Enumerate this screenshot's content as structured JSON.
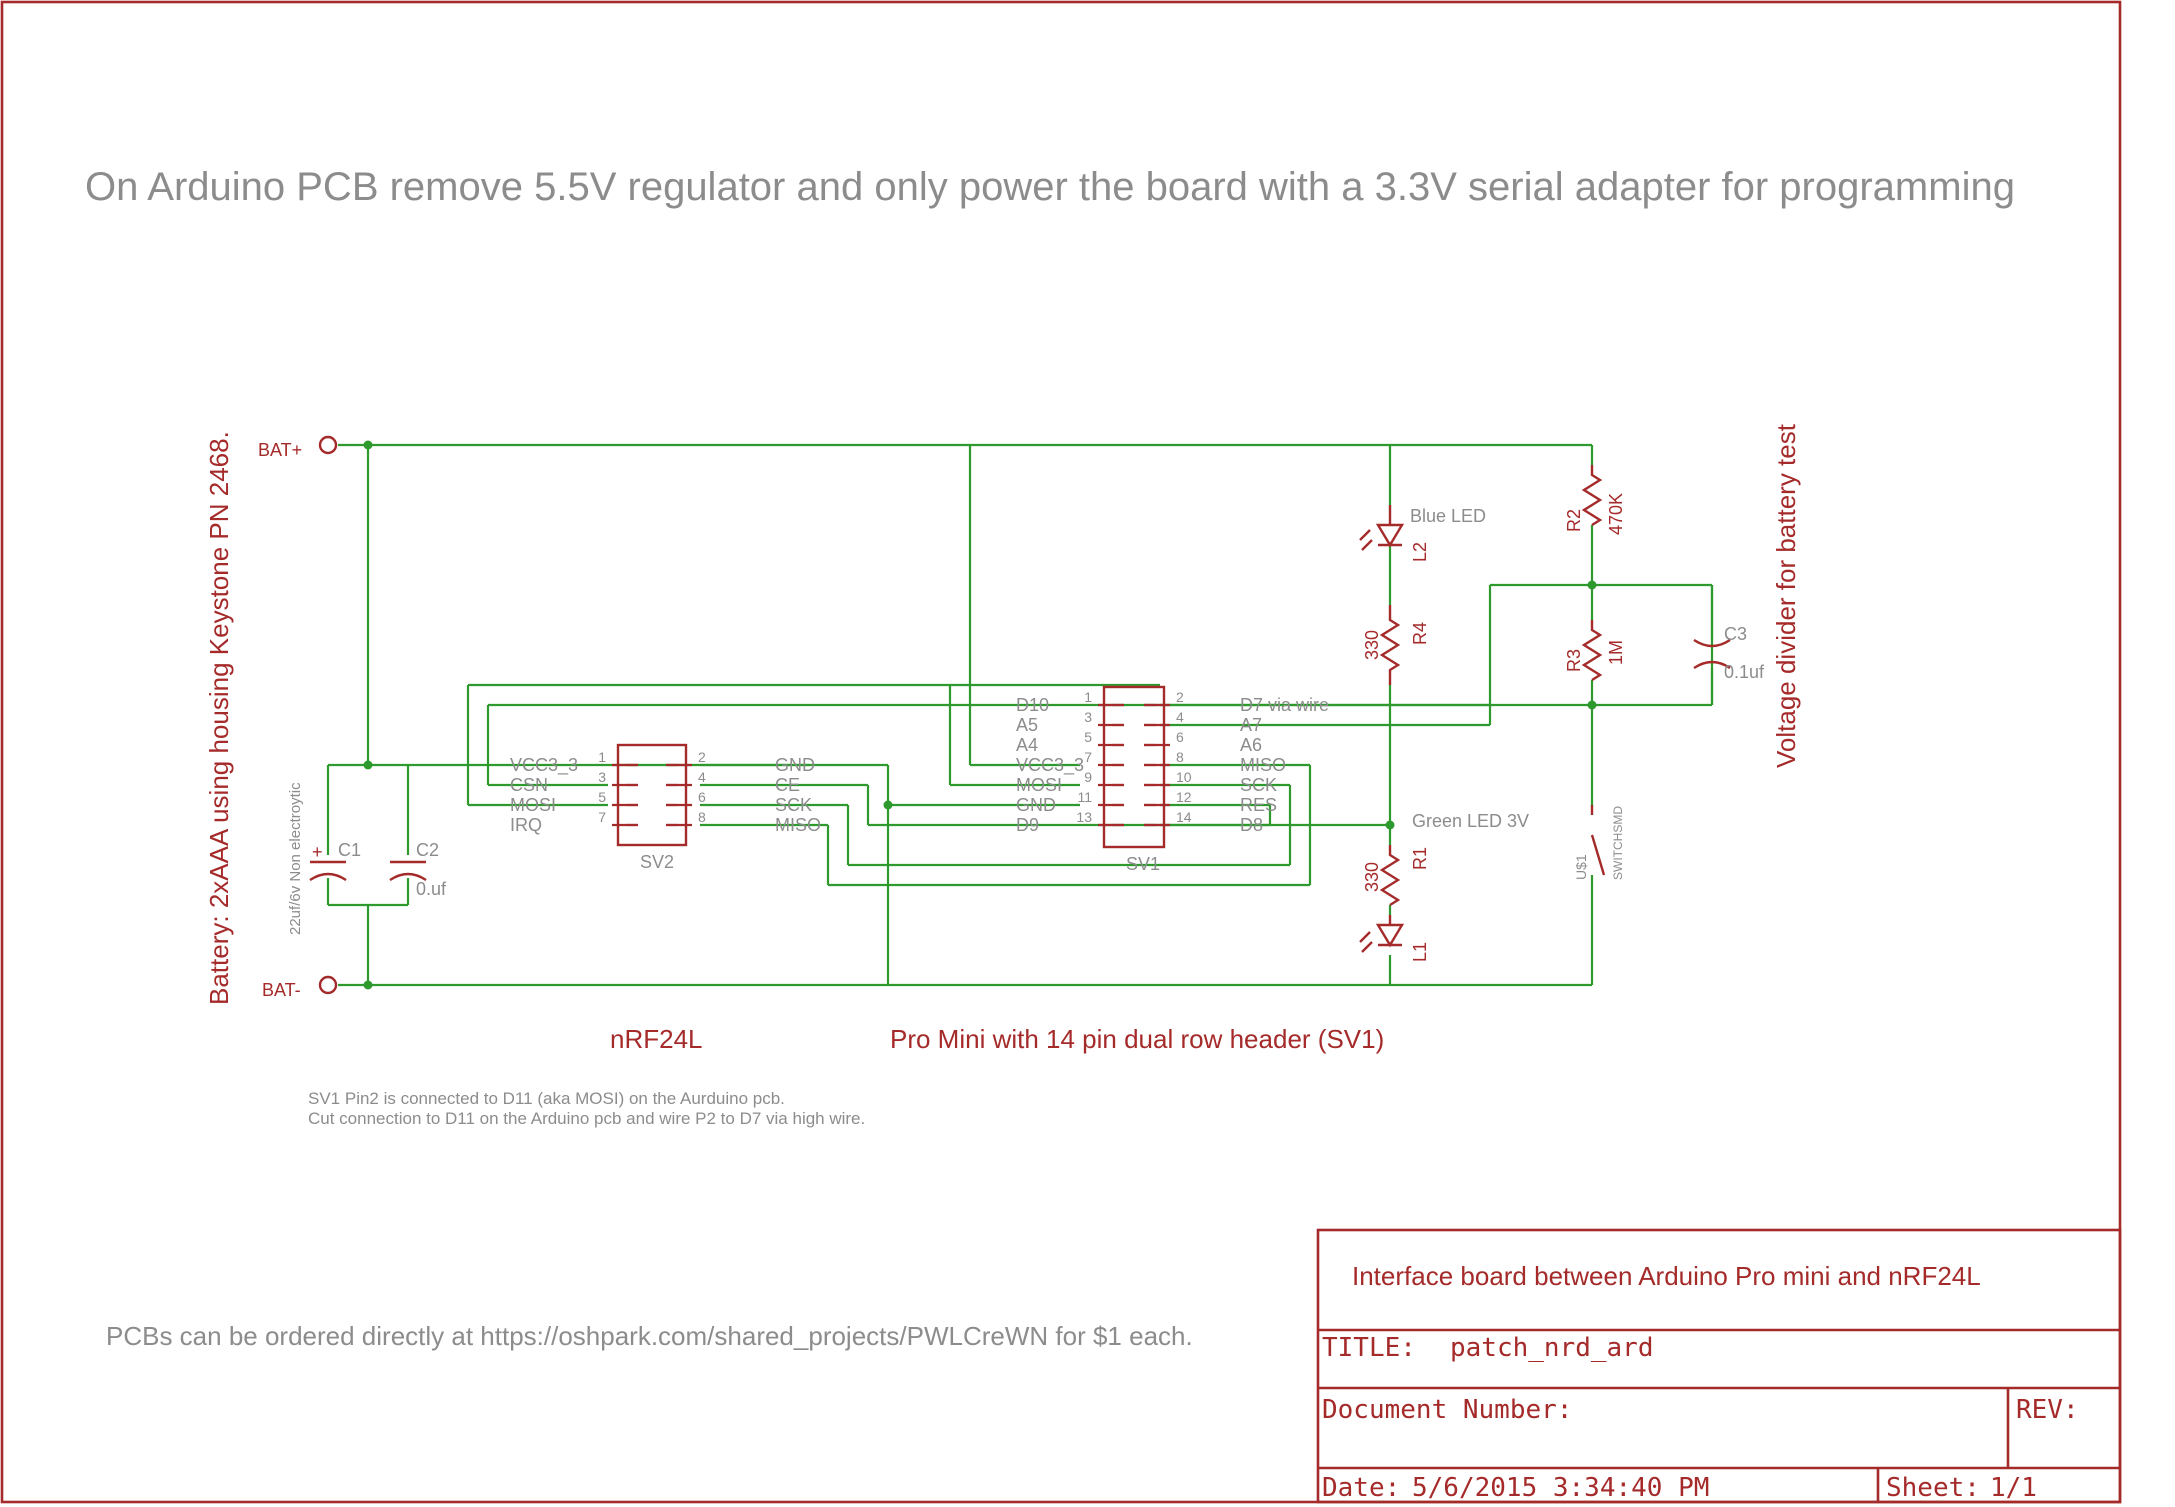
{
  "notes": {
    "top_note": "On Arduino PCB remove 5.5V regulator and only power the board with a 3.3V serial adapter for programming",
    "battery_note": "Battery: 2xAAA using housing Keystone PN 2468.",
    "voltage_divider_note": "Voltage divider for battery test",
    "sv1_note_line1": "SV1 Pin2 is connected to D11 (aka MOSI) on the Aurduino pcb.",
    "sv1_note_line2": "Cut connection to D11 on the Arduino pcb and wire P2 to D7 via high wire.",
    "pcb_note": "PCBs can be ordered directly at https://oshpark.com/shared_projects/PWLCreWN  for $1 each."
  },
  "labels": {
    "bat_plus": "BAT+",
    "bat_minus": "BAT-",
    "nrf_title": "nRF24L",
    "promini_title": "Pro Mini with 14 pin dual row header (SV1)",
    "sv2_name": "SV2",
    "sv1_name": "SV1",
    "c1_name": "C1",
    "c1_plus": "+",
    "c2_name": "C2",
    "c2_value": "0.uf",
    "c1_value": "22uf/6v Non electroytic",
    "c3_name": "C3",
    "c3_value": "0.1uf",
    "r1_name": "R1",
    "r1_value": "330",
    "r2_name": "R2",
    "r2_value": "470K",
    "r3_name": "R3",
    "r3_value": "1M",
    "r4_name": "R4",
    "r4_value": "330",
    "l1_name": "L1",
    "l2_name": "L2",
    "blue_led": "Blue LED",
    "green_led": "Green LED 3V",
    "switch_name": "U$1",
    "switch_type": "SWITCHSMD"
  },
  "sv2": {
    "left": [
      "VCC3_3",
      "CSN",
      "MOSI",
      "IRQ"
    ],
    "left_pins": [
      "1",
      "3",
      "5",
      "7"
    ],
    "right": [
      "GND",
      "CE",
      "SCK",
      "MISO"
    ],
    "right_pins": [
      "2",
      "4",
      "6",
      "8"
    ]
  },
  "sv1": {
    "left": [
      "D10",
      "A5",
      "A4",
      "VCC3_3",
      "MOSI",
      "GND",
      "D9"
    ],
    "left_pins": [
      "1",
      "3",
      "5",
      "7",
      "9",
      "11",
      "13"
    ],
    "right": [
      "D7 via wire",
      "A7",
      "A6",
      "MISO",
      "SCK",
      "RES",
      "D8"
    ],
    "right_pins": [
      "2",
      "4",
      "6",
      "8",
      "10",
      "12",
      "14"
    ]
  },
  "title_block": {
    "description": "Interface board between Arduino Pro mini and nRF24L",
    "title_label": "TITLE:",
    "title_value": "patch_nrd_ard",
    "docnum_label": "Document Number:",
    "rev_label": "REV:",
    "date_label": "Date:",
    "date_value": "5/6/2015 3:34:40 PM",
    "sheet_label": "Sheet:",
    "sheet_value": "1/1"
  },
  "colors": {
    "wire": "#2e9a2e",
    "part": "#a52a2a",
    "note": "#8c8c8c"
  }
}
